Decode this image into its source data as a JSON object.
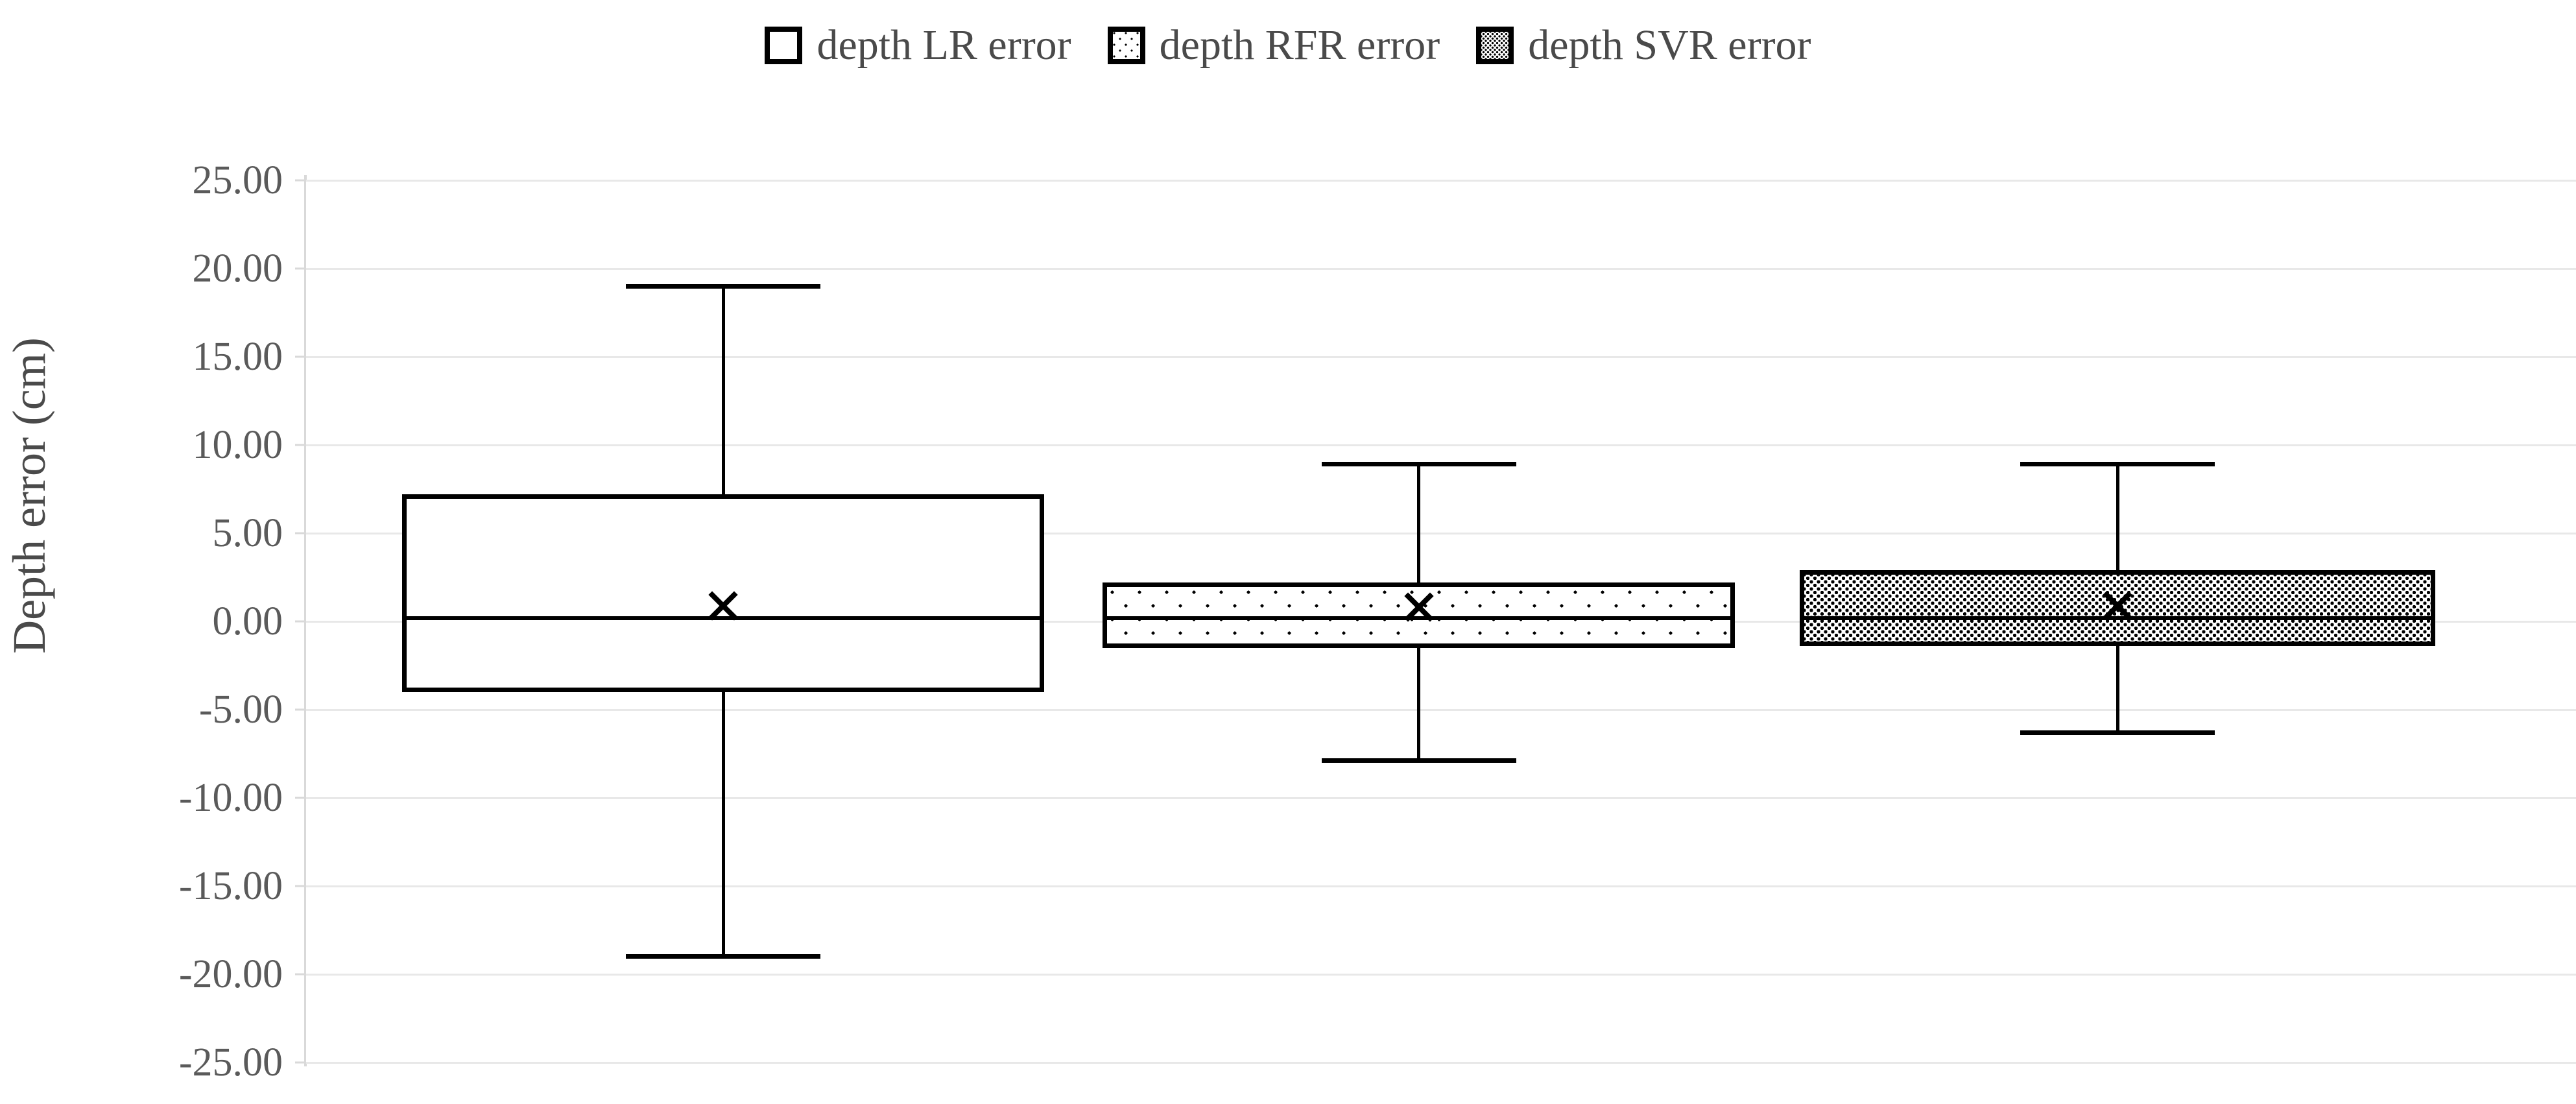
{
  "legend": {
    "position": "top-center",
    "items": [
      {
        "label": "depth LR error",
        "pattern": "solid-white",
        "icon": "legend-swatch-white"
      },
      {
        "label": "depth RFR error",
        "pattern": "sparse-dots",
        "icon": "legend-swatch-sparse-dots"
      },
      {
        "label": "depth SVR error",
        "pattern": "dense-dots",
        "icon": "legend-swatch-dense-dots"
      }
    ]
  },
  "axes": {
    "ylabel": "Depth error (cm)",
    "xlabel": "",
    "yticks": [
      "25.00",
      "20.00",
      "15.00",
      "10.00",
      "5.00",
      "0.00",
      "-5.00",
      "-10.00",
      "-15.00",
      "-20.00",
      "-25.00"
    ],
    "ytick_values": [
      25,
      20,
      15,
      10,
      5,
      0,
      -5,
      -10,
      -15,
      -20,
      -25
    ],
    "ylim": [
      -25,
      25
    ],
    "grid": "horizontal",
    "grid_color": "#e8e8e8",
    "axis_color": "#d9d9d9",
    "text_color": "#595959"
  },
  "chart_data": {
    "type": "box",
    "title": "",
    "xlabel": "",
    "ylabel": "Depth error (cm)",
    "ylim": [
      -25,
      25
    ],
    "grid": true,
    "legend_position": "top-center",
    "categories": [
      "depth LR error",
      "depth RFR error",
      "depth SVR error"
    ],
    "boxes": [
      {
        "name": "depth LR error",
        "fill": "solid-white",
        "whisker_high": 19.0,
        "q3": 7.2,
        "median": 0.2,
        "mean": 0.9,
        "q1": -4.0,
        "whisker_low": -19.0
      },
      {
        "name": "depth RFR error",
        "fill": "sparse-dots",
        "whisker_high": 8.9,
        "q3": 2.2,
        "median": 0.2,
        "mean": 0.8,
        "q1": -1.5,
        "whisker_low": -7.9
      },
      {
        "name": "depth SVR error",
        "fill": "dense-dots",
        "whisker_high": 8.9,
        "q3": 2.9,
        "median": 0.2,
        "mean": 0.9,
        "q1": -1.4,
        "whisker_low": -6.3
      }
    ]
  },
  "colors": {
    "line": "#000000",
    "grid": "#e8e8e8",
    "text": "#595959",
    "background": "#ffffff"
  }
}
